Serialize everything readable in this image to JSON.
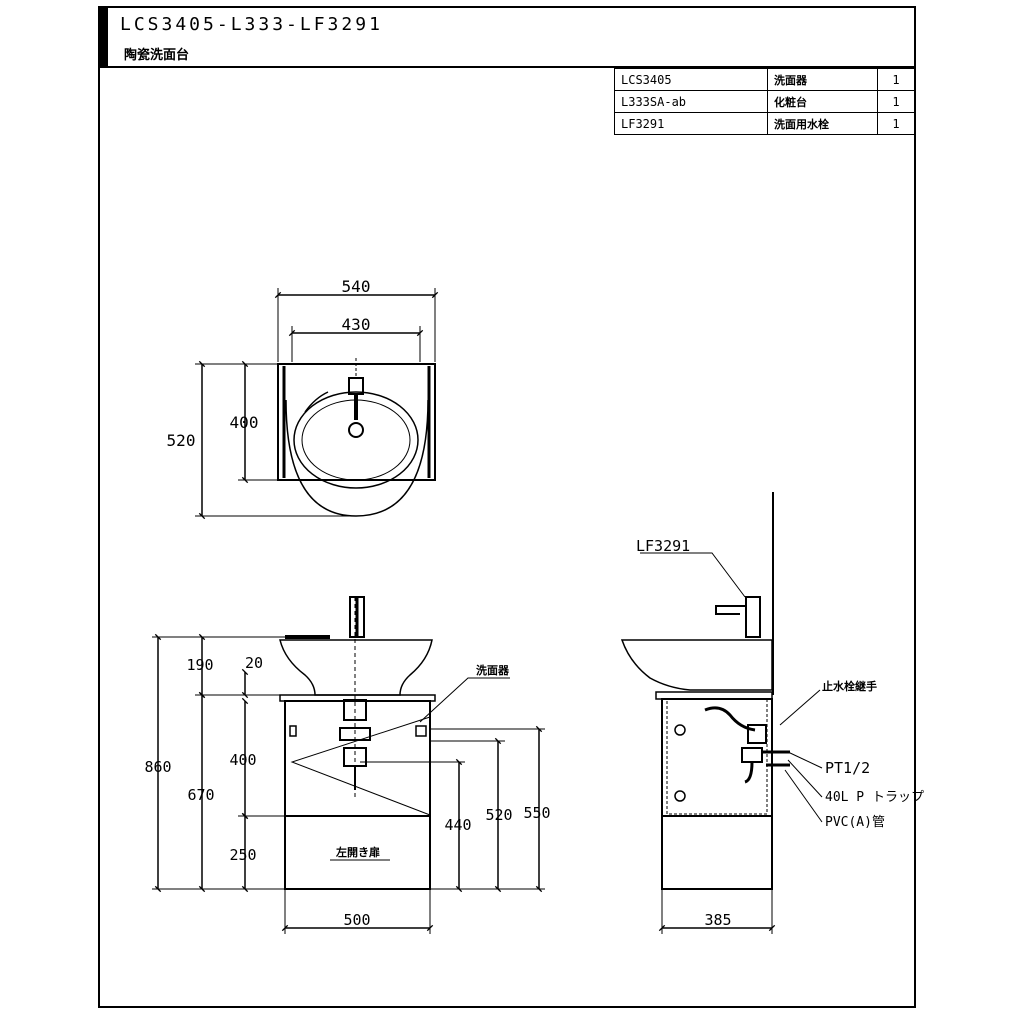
{
  "title": {
    "code": "LCS3405-L333-LF3291",
    "subtitle": "陶瓷洗面台"
  },
  "parts": [
    {
      "code": "LCS3405",
      "name": "洗面器",
      "qty": "1"
    },
    {
      "code": "L333SA-ab",
      "name": "化粧台",
      "qty": "1"
    },
    {
      "code": "LF3291",
      "name": "洗面用水栓",
      "qty": "1"
    }
  ],
  "top_view": {
    "dim_outer_width": "540",
    "dim_inner_width": "430",
    "dim_depth_total": "520",
    "dim_depth_inner": "400"
  },
  "front_view": {
    "dim_total_height": "860",
    "dim_cabinet_height": "670",
    "dim_bowl_rise": "190",
    "dim_rim": "20",
    "dim_door_height": "400",
    "dim_floor_gap": "250",
    "dim_h440": "440",
    "dim_h520": "520",
    "dim_h550": "550",
    "dim_width": "500",
    "label_bowl": "洗面器",
    "label_door": "左開き扉"
  },
  "side_view": {
    "label_faucet": "LF3291",
    "label_supply": "止水栓継手",
    "label_pt": "PT1/2",
    "label_trap": "40L P トラップ",
    "label_pipe": "PVC(A)管",
    "dim_depth": "385"
  }
}
